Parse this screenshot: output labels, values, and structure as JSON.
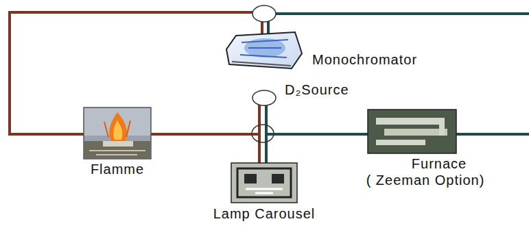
{
  "diagram": {
    "nodes": [
      {
        "text": [
          "Monochromator"
        ]
      },
      {
        "text": [
          "D₂Source"
        ]
      },
      {
        "text": [
          "Flamme"
        ]
      },
      {
        "text": [
          "Furnace",
          "( Zeeman Option)"
        ]
      },
      {
        "text": [
          "Lamp Carousel"
        ]
      }
    ],
    "edges": [
      {
        "from": 2,
        "to": 0,
        "arrow": "none"
      },
      {
        "from": 2,
        "to": 4,
        "arrow": "none"
      },
      {
        "from": 3,
        "to": 4,
        "arrow": "none"
      },
      {
        "from": 1,
        "to": 4,
        "arrow": "none"
      }
    ]
  }
}
